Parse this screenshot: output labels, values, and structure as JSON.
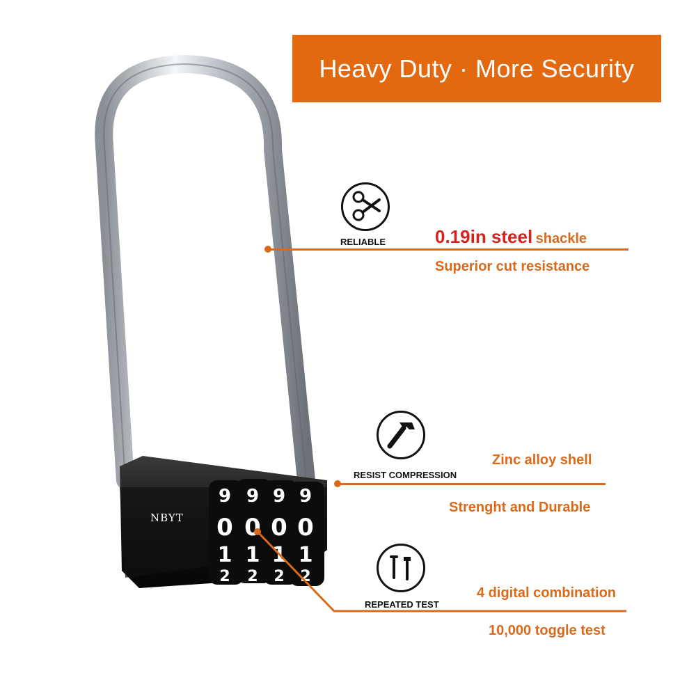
{
  "banner": {
    "title": "Heavy Duty · More Security"
  },
  "colors": {
    "accent": "#e2690f",
    "highlight": "#d0261e",
    "text": "#d96a1c"
  },
  "lock": {
    "brand": "NBYT",
    "dial_rows": [
      [
        "9",
        "9",
        "9",
        "9"
      ],
      [
        "0",
        "0",
        "0",
        "0"
      ],
      [
        "1",
        "1",
        "1",
        "1"
      ],
      [
        "2",
        "2",
        "2",
        "2"
      ]
    ]
  },
  "features": [
    {
      "icon": "scissors-icon",
      "label": "RELIABLE",
      "highlight": "0.19in steel",
      "headline": "shackle",
      "subline": "Superior cut resistance"
    },
    {
      "icon": "hammer-icon",
      "label": "RESIST COMPRESSION",
      "headline": "Zinc alloy shell",
      "subline": "Strenght and Durable"
    },
    {
      "icon": "tools-icon",
      "label": "REPEATED TEST",
      "headline": "4 digital combination",
      "subline": "10,000 toggle test"
    }
  ]
}
